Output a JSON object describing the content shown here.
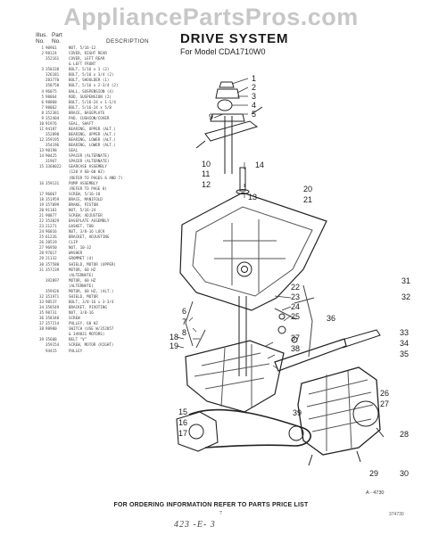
{
  "watermark": "AppliancePartsPros.com",
  "list_header": {
    "col1_top": "Illus.",
    "col2_top": "Part",
    "col1_bottom": "No.",
    "col2_bottom": "No.",
    "col3": "DESCRIPTION"
  },
  "parts": [
    {
      "num": "1",
      "part": "90961",
      "desc": "NUT, 5/16-12"
    },
    {
      "num": "2",
      "part": "98124",
      "desc": "COVER, RIGHT REAR"
    },
    {
      "num": "",
      "part": "352161",
      "desc": "COVER, LEFT REAR"
    },
    {
      "num": "",
      "part": "",
      "desc": "& LEFT FRONT"
    },
    {
      "num": "3",
      "part": "350338",
      "desc": "BOLT, 5/16 x 1 (2)"
    },
    {
      "num": "",
      "part": "326181",
      "desc": "BOLT, 5/16 x 3/4 (2)"
    },
    {
      "num": "",
      "part": "283770",
      "desc": "BOLT, SHOULDER (1)"
    },
    {
      "num": "",
      "part": "358750",
      "desc": "BOLT, 5/16 x 2-3/4 (2)"
    },
    {
      "num": "4",
      "part": "96075",
      "desc": "BALL, SUSPENSION (4)"
    },
    {
      "num": "5",
      "part": "98064",
      "desc": "ROD, SUSPENSION (2)"
    },
    {
      "num": "6",
      "part": "98068",
      "desc": "BOLT, 5/16-24 x 1-1/4"
    },
    {
      "num": "7",
      "part": "98062",
      "desc": "BOLT, 5/16-24 x 5/8"
    },
    {
      "num": "8",
      "part": "352381",
      "desc": "BRACE, BASEPLATE"
    },
    {
      "num": "9",
      "part": "352404",
      "desc": "PAD, CUSHION/COVER"
    },
    {
      "num": "10",
      "part": "91976",
      "desc": "SEAL, SHAFT"
    },
    {
      "num": "11",
      "part": "94187",
      "desc": "BEARING, UPPER (ALT.)"
    },
    {
      "num": "",
      "part": "352898",
      "desc": "BEARING, UPPER (ALT.)"
    },
    {
      "num": "12",
      "part": "359195",
      "desc": "BEARING, LOWER (ALT.)"
    },
    {
      "num": "",
      "part": "354196",
      "desc": "BEARING, LOWER (ALT.)"
    },
    {
      "num": "13",
      "part": "90198",
      "desc": "SEAL"
    },
    {
      "num": "14",
      "part": "90425",
      "desc": "SPACER (ALTERNATE)"
    },
    {
      "num": "",
      "part": "31967",
      "desc": "SPACER (ALTERNATE)"
    },
    {
      "num": "15",
      "part": "3360022",
      "desc": "GEARCASE ASSEMBLY"
    },
    {
      "num": "",
      "part": "",
      "desc": "(120 V 60-60 HZ)"
    },
    {
      "num": "",
      "part": "",
      "desc": "(REFER TO PAGES 6 AND 7)"
    },
    {
      "num": "16",
      "part": "359131",
      "desc": "PUMP ASSEMBLY"
    },
    {
      "num": "",
      "part": "",
      "desc": "(REFER TO PAGE 8)"
    },
    {
      "num": "17",
      "part": "96067",
      "desc": "SCREW, 5/16-18"
    },
    {
      "num": "18",
      "part": "351959",
      "desc": "BRACE, MANIFOLD"
    },
    {
      "num": "19",
      "part": "357099",
      "desc": "BRAKE, PISTON"
    },
    {
      "num": "20",
      "part": "91101",
      "desc": "NUT, 5/16-24"
    },
    {
      "num": "21",
      "part": "90877",
      "desc": "SCREW, ADJUSTER"
    },
    {
      "num": "22",
      "part": "353029",
      "desc": "BASEPLATE ASSEMBLY"
    },
    {
      "num": "23",
      "part": "21271",
      "desc": "GASKET, TUB"
    },
    {
      "num": "24",
      "part": "96016",
      "desc": "NUT, 3/8-16 LOCK"
    },
    {
      "num": "25",
      "part": "61226",
      "desc": "BRACKET, ADJUSTING"
    },
    {
      "num": "26",
      "part": "20519",
      "desc": "CLIP"
    },
    {
      "num": "27",
      "part": "96950",
      "desc": "NUT, 10-32"
    },
    {
      "num": "28",
      "part": "97017",
      "desc": "WASHER"
    },
    {
      "num": "29",
      "part": "21132",
      "desc": "GROMMET (4)"
    },
    {
      "num": "30",
      "part": "357580",
      "desc": "SHIELD, MOTOR (UPPER)"
    },
    {
      "num": "31",
      "part": "357239",
      "desc": "MOTOR, 60 HZ"
    },
    {
      "num": "",
      "part": "",
      "desc": "(ALTERNATE)"
    },
    {
      "num": "",
      "part": "392897",
      "desc": "MOTOR, 60 HZ"
    },
    {
      "num": "",
      "part": "",
      "desc": "(ALTERNATE)"
    },
    {
      "num": "",
      "part": "359426",
      "desc": "MOTOR, 60 HZ, (ALT.)"
    },
    {
      "num": "32",
      "part": "351971",
      "desc": "SHIELD, MOTOR"
    },
    {
      "num": "33",
      "part": "98537",
      "desc": "BOLT, 3/8-16 x 3-3/4"
    },
    {
      "num": "34",
      "part": "358549",
      "desc": "BRACKET, PIVOTING"
    },
    {
      "num": "35",
      "part": "98731",
      "desc": "NUT, 3/8-16"
    },
    {
      "num": "36",
      "part": "358340",
      "desc": "SCREW"
    },
    {
      "num": "37",
      "part": "357214",
      "desc": "PULLEY, 60 HZ"
    },
    {
      "num": "38",
      "part": "98980",
      "desc": "SWITCH (USE W/352857"
    },
    {
      "num": "",
      "part": "",
      "desc": "& 349831 MOTORS)"
    },
    {
      "num": "39",
      "part": "35608",
      "desc": "BELT \"V\""
    },
    {
      "num": "",
      "part": "359154",
      "desc": "SCREW, MOTOR (RIGHT)"
    },
    {
      "num": "",
      "part": "94415",
      "desc": "PULLEY"
    }
  ],
  "title": "DRIVE SYSTEM",
  "model_line": "For Model CDA1710W0",
  "callouts": [
    "1",
    "2",
    "3",
    "4",
    "5",
    "9",
    "10",
    "11",
    "12",
    "13",
    "14",
    "20",
    "21",
    "22",
    "23",
    "24",
    "25",
    "31",
    "32",
    "6",
    "7",
    "8",
    "18",
    "19",
    "15",
    "16",
    "17",
    "33",
    "34",
    "35",
    "26",
    "27",
    "28",
    "29",
    "30",
    "36",
    "37",
    "38",
    "39"
  ],
  "figure_code": "A - 4730",
  "footer_note": "FOR ORDERING INFORMATION REFER TO PARTS PRICE LIST",
  "page_number": "7",
  "doc_code": "374730",
  "handwritten": "423 -E- 3"
}
